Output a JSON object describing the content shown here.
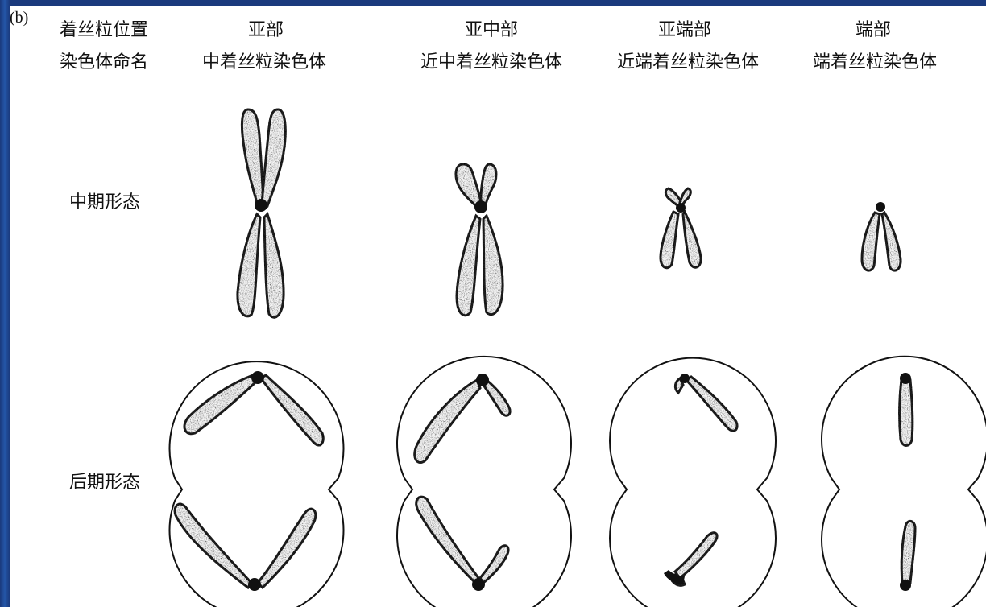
{
  "figure": {
    "panel_label": "(b)",
    "row_labels": {
      "position": "着丝粒位置",
      "naming": "染色体命名",
      "metaphase": "中期形态",
      "anaphase": "后期形态"
    },
    "columns": [
      {
        "position": "亚部",
        "name": "中着丝粒染色体"
      },
      {
        "position": "亚中部",
        "name": "近中着丝粒染色体"
      },
      {
        "position": "亚端部",
        "name": "近端着丝粒染色体"
      },
      {
        "position": "端部",
        "name": "端着丝粒染色体"
      }
    ]
  },
  "colors": {
    "slide_background": "#1c3f86",
    "figure_background": "#ffffff",
    "ink": "#111111"
  }
}
